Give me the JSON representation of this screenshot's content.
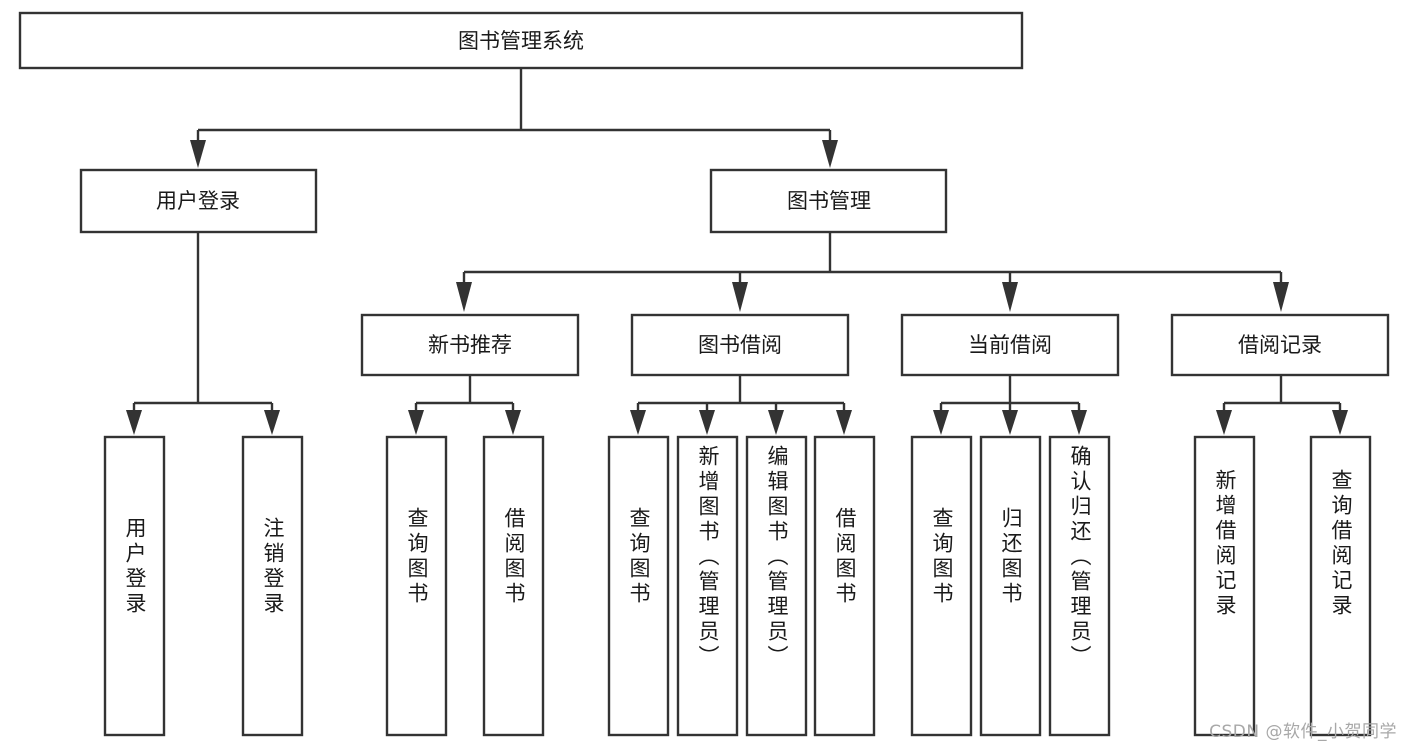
{
  "diagram": {
    "title": "图书管理系统",
    "type": "tree-hierarchy-diagram",
    "watermark": "CSDN @软件_小贺同学",
    "colors": {
      "box_stroke": "#333333",
      "box_fill": "#ffffff",
      "text": "#1a1a1a",
      "background": "#ffffff",
      "watermark": "#a8a8a8"
    },
    "root": {
      "id": "root",
      "label": "图书管理系统",
      "orientation": "horizontal"
    },
    "level2": [
      {
        "id": "user-login",
        "label": "用户登录",
        "orientation": "horizontal"
      },
      {
        "id": "book-management",
        "label": "图书管理",
        "orientation": "horizontal"
      }
    ],
    "level3": [
      {
        "id": "new-book-recommend",
        "label": "新书推荐",
        "orientation": "horizontal",
        "parent": "book-management"
      },
      {
        "id": "book-borrow",
        "label": "图书借阅",
        "orientation": "horizontal",
        "parent": "book-management"
      },
      {
        "id": "current-borrow",
        "label": "当前借阅",
        "orientation": "horizontal",
        "parent": "book-management"
      },
      {
        "id": "borrow-record",
        "label": "借阅记录",
        "orientation": "horizontal",
        "parent": "book-management"
      }
    ],
    "leaves": {
      "user-login": [
        {
          "id": "leaf-user-login",
          "label": "用户登录"
        },
        {
          "id": "leaf-user-logout",
          "label": "注销登录"
        }
      ],
      "new-book-recommend": [
        {
          "id": "leaf-query-book-1",
          "label": "查询图书"
        },
        {
          "id": "leaf-borrow-book-1",
          "label": "借阅图书"
        }
      ],
      "book-borrow": [
        {
          "id": "leaf-query-book-2",
          "label": "查询图书"
        },
        {
          "id": "leaf-add-book",
          "label": "新增图书（管理员）"
        },
        {
          "id": "leaf-edit-book",
          "label": "编辑图书（管理员）"
        },
        {
          "id": "leaf-borrow-book-2",
          "label": "借阅图书"
        }
      ],
      "current-borrow": [
        {
          "id": "leaf-query-book-3",
          "label": "查询图书"
        },
        {
          "id": "leaf-return-book",
          "label": "归还图书"
        },
        {
          "id": "leaf-confirm-return",
          "label": "确认归还（管理员）"
        }
      ],
      "borrow-record": [
        {
          "id": "leaf-add-record",
          "label": "新增借阅记录"
        },
        {
          "id": "leaf-query-record",
          "label": "查询借阅记录"
        }
      ]
    }
  }
}
